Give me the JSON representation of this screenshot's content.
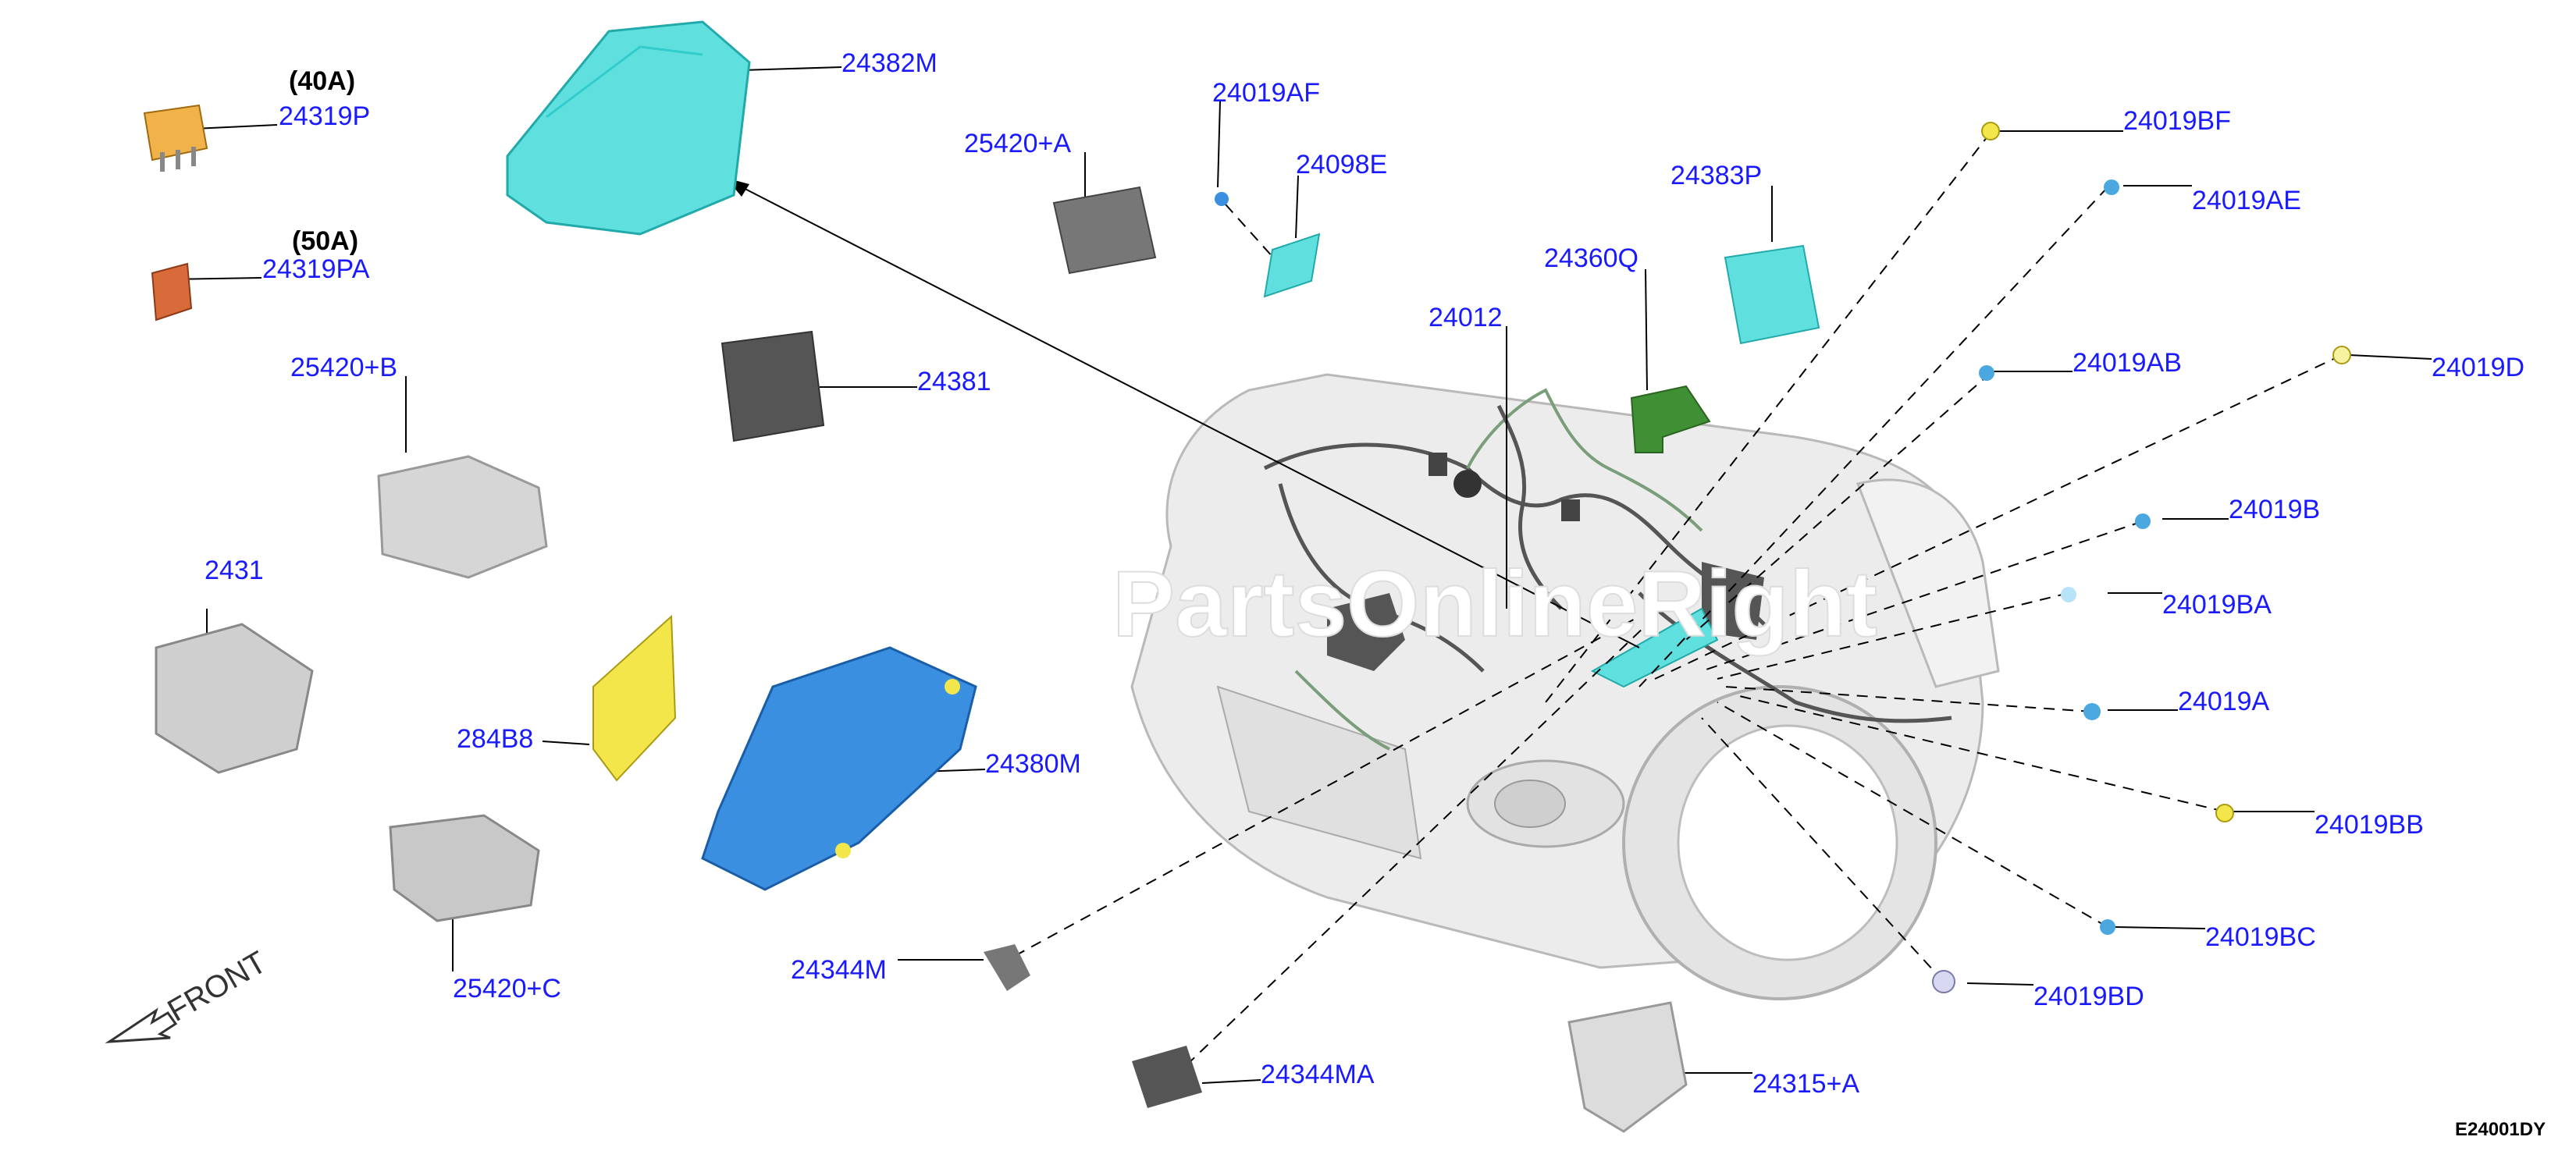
{
  "labels": {
    "p24382M": "24382M",
    "p24319P": "24319P",
    "p24319PA": "24319PA",
    "p25420B": "25420+B",
    "p24381": "24381",
    "p2431x": "2431",
    "p284B8": "284B8",
    "p24380M": "24380M",
    "p25420C": "25420+C",
    "p24344M": "24344M",
    "p24344MA": "24344MA",
    "p25420A": "25420+A",
    "p24019AF": "24019AF",
    "p24098E": "24098E",
    "p24012": "24012",
    "p24360Q": "24360Q",
    "p24383P": "24383P",
    "p24019BF": "24019BF",
    "p24019AE": "24019AE",
    "p24019AB": "24019AB",
    "p24019D": "24019D",
    "p24019B": "24019B",
    "p24019BA": "24019BA",
    "p24019A": "24019A",
    "p24019BB": "24019BB",
    "p24019BC": "24019BC",
    "p24019BD": "24019BD",
    "p24315A": "24315+A"
  },
  "ratings": {
    "r40A": "(40A)",
    "r50A": "(50A)"
  },
  "front_label": "FRONT",
  "watermark": "PartsOnlineRight",
  "diagram_code": "E24001DY",
  "colors": {
    "label_blue": "#1a1aff",
    "cyan_part": "#5fe0df",
    "blue_part": "#3a8fe0",
    "yellow_part": "#f3e64a",
    "orange_fuse": "#d96a3a",
    "green_part": "#3f8f35",
    "grey_part": "#d6d6d6",
    "dark_part": "#555555"
  }
}
